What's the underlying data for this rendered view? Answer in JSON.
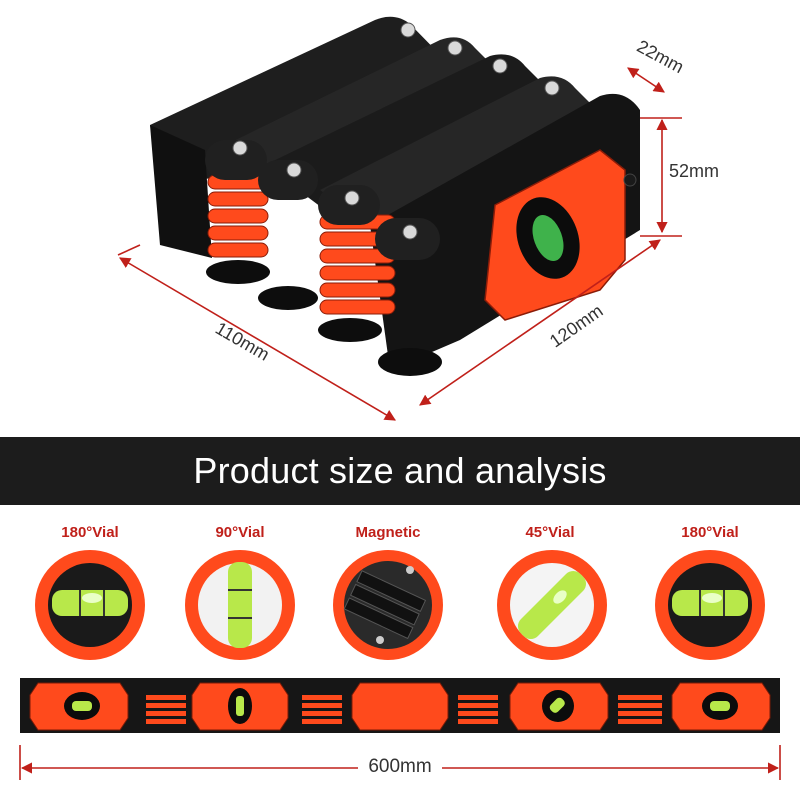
{
  "banner": {
    "title": "Product size and analysis"
  },
  "dimensions": {
    "depth": "22mm",
    "height": "52mm",
    "width": "110mm",
    "length_folded": "120mm",
    "length_unfolded": "600mm"
  },
  "features": [
    {
      "label": "180°Vial"
    },
    {
      "label": "90°Vial"
    },
    {
      "label": "Magnetic"
    },
    {
      "label": "45°Vial"
    },
    {
      "label": "180°Vial"
    }
  ],
  "colors": {
    "accent": "#ff4a1c",
    "dimension_line": "#c0201a",
    "body": "#151515",
    "vial": "#b8e84a"
  }
}
